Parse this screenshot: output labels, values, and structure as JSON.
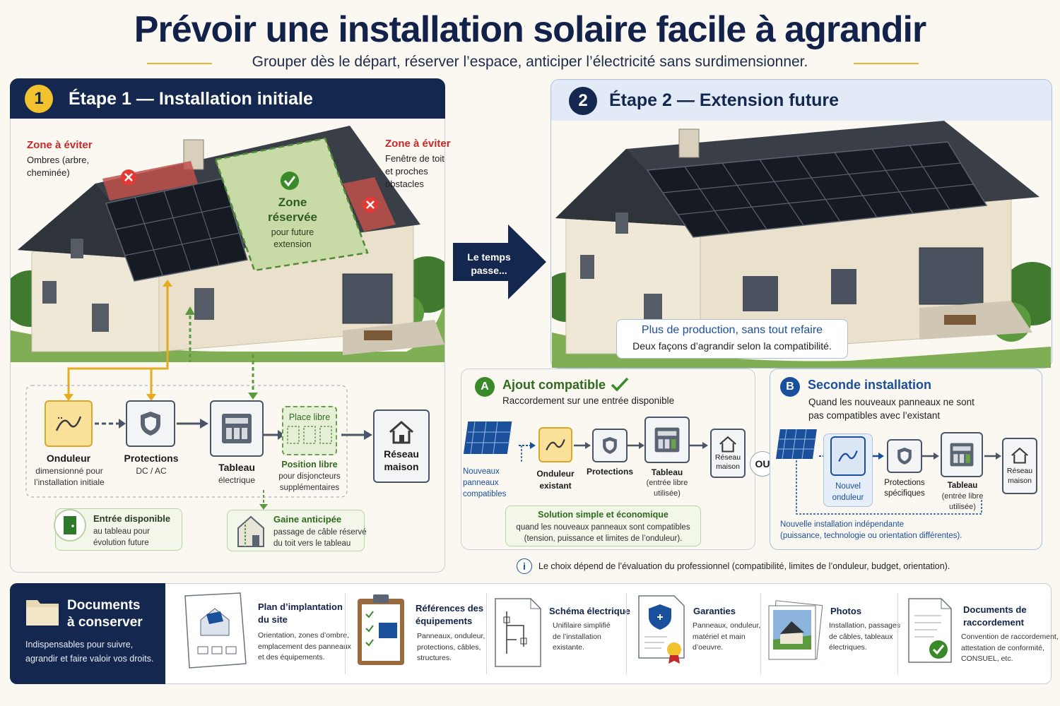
{
  "title": "Prévoir une installation solaire facile à agrandir",
  "subtitle": "Grouper dès le départ, réserver l’espace, anticiper l’électricité sans surdimensionner.",
  "colors": {
    "navy": "#14284f",
    "gold": "#f2c12e",
    "green": "#3a8a2a",
    "blue": "#1a4f9c",
    "red": "#c62828"
  },
  "step1": {
    "number": "1",
    "title": "Étape 1 — Installation initiale",
    "zone_left": {
      "title": "Zone à éviter",
      "text": [
        "Ombres (arbre,",
        "cheminée)"
      ]
    },
    "zone_right": {
      "title": "Zone à éviter",
      "text": [
        "Fenêtre de toit",
        "et proches",
        "obstacles"
      ]
    },
    "reserved": {
      "title1": "Zone",
      "title2": "réservée",
      "text1": "pour future",
      "text2": "extension"
    },
    "flow": {
      "onduleur": {
        "label": "Onduleur",
        "desc": [
          "dimensionné pour",
          "l’installation initiale"
        ]
      },
      "protections": {
        "label": "Protections",
        "desc": "DC / AC"
      },
      "tableau": {
        "label": "Tableau",
        "desc": "électrique"
      },
      "place": {
        "label": "Place libre",
        "title": "Position libre",
        "desc": [
          "pour disjoncteurs",
          "supplémentaires"
        ]
      },
      "reseau": {
        "label1": "Réseau",
        "label2": "maison"
      }
    },
    "entree": {
      "title": "Entrée disponible",
      "desc": [
        "au tableau pour",
        "évolution future"
      ]
    },
    "gaine": {
      "title": "Gaine anticipée",
      "desc": [
        "passage de câble réservé",
        "du toit vers le tableau"
      ]
    }
  },
  "arrow": {
    "line1": "Le temps",
    "line2": "passe..."
  },
  "step2": {
    "number": "2",
    "title": "Étape 2 — Extension future",
    "callout_title": "Plus de production, sans tout refaire",
    "callout_text": "Deux façons d’agrandir selon la compatibilité."
  },
  "optionA": {
    "letter": "A",
    "title": "Ajout compatible",
    "subtitle": "Raccordement sur une entrée disponible",
    "items": {
      "panneaux": [
        "Nouveaux",
        "panneaux",
        "compatibles"
      ],
      "onduleur": [
        "Onduleur",
        "existant"
      ],
      "protections": "Protections",
      "tableau": [
        "Tableau",
        "(entrée libre",
        "utilisée)"
      ],
      "reseau": [
        "Réseau",
        "maison"
      ]
    },
    "solution_title": "Solution simple et économique",
    "solution_text": [
      "quand les nouveaux panneaux sont compatibles",
      "(tension, puissance et limites de l’onduleur)."
    ]
  },
  "ou": "OU",
  "optionB": {
    "letter": "B",
    "title": "Seconde installation",
    "subtitle": [
      "Quand les nouveaux panneaux ne sont",
      "pas compatibles avec l’existant"
    ],
    "items": {
      "onduleur": [
        "Nouvel",
        "onduleur"
      ],
      "protections": [
        "Protections",
        "spécifiques"
      ],
      "tableau": [
        "Tableau",
        "(entrée libre",
        "utilisée)"
      ],
      "reseau": [
        "Réseau",
        "maison"
      ]
    },
    "note": [
      "Nouvelle installation indépendante",
      "(puissance, technologie ou orientation différentes)."
    ]
  },
  "info": "Le choix dépend de l’évaluation du professionnel (compatibilité, limites de l’onduleur, budget, orientation).",
  "documents": {
    "title1": "Documents",
    "title2": "à conserver",
    "desc": [
      "Indispensables pour suivre,",
      "agrandir et faire valoir vos droits."
    ],
    "items": [
      {
        "title": [
          "Plan d’implantation",
          "du site"
        ],
        "desc": [
          "Orientation, zones d’ombre,",
          "emplacement des panneaux",
          "et des équipements."
        ],
        "icon": "site-plan-icon"
      },
      {
        "title": [
          "Références des",
          "équipements"
        ],
        "desc": [
          "Panneaux, onduleur,",
          "protections, câbles,",
          "structures."
        ],
        "icon": "clipboard-icon"
      },
      {
        "title": [
          "Schéma électrique"
        ],
        "desc": [
          "Unifilaire simplifié",
          "de l’installation",
          "existante."
        ],
        "icon": "schematic-icon"
      },
      {
        "title": [
          "Garanties"
        ],
        "desc": [
          "Panneaux, onduleur,",
          "matériel et main",
          "d’oeuvre."
        ],
        "icon": "warranty-icon"
      },
      {
        "title": [
          "Photos"
        ],
        "desc": [
          "Installation, passages",
          "de câbles, tableaux",
          "électriques."
        ],
        "icon": "photos-icon"
      },
      {
        "title": [
          "Documents de",
          "raccordement"
        ],
        "desc": [
          "Convention de raccordement,",
          "attestation de conformité,",
          "CONSUEL, etc."
        ],
        "icon": "connection-doc-icon"
      }
    ]
  }
}
